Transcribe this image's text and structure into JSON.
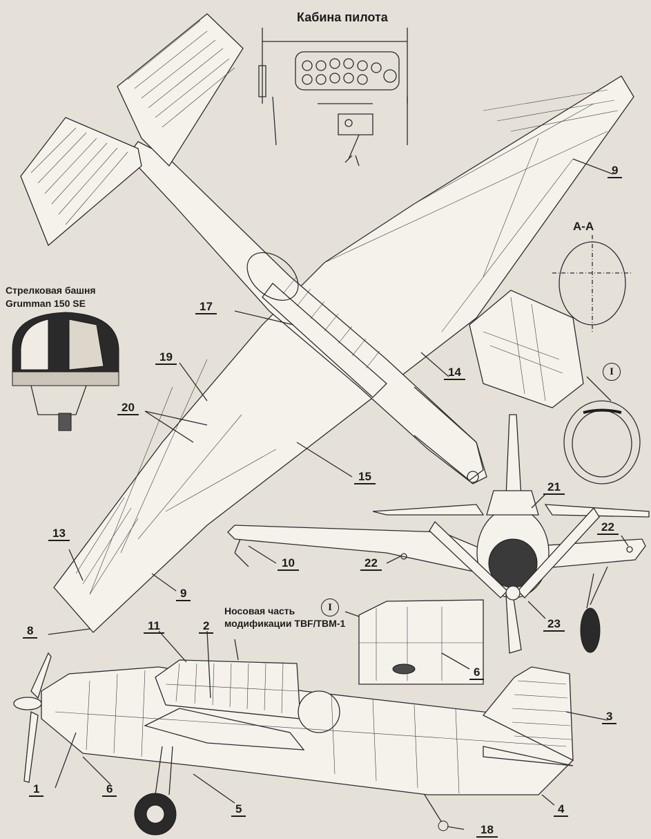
{
  "captions": {
    "cockpit": "Кабина пилота",
    "turret_line1": "Стрелковая башня",
    "turret_line2": "Grumman 150 SE",
    "section": "A-A",
    "nose_line1": "Носовая часть",
    "nose_line2": "модификации TBF/TBM-1"
  },
  "detail_marker": "I",
  "callouts": {
    "c9a": "9",
    "c17": "17",
    "c14": "14",
    "c19": "19",
    "c20": "20",
    "c15": "15",
    "c13": "13",
    "c9b": "9",
    "c8": "8",
    "c10": "10",
    "c22a": "22",
    "c21": "21",
    "c22b": "22",
    "c23": "23",
    "c11": "11",
    "c2": "2",
    "c6a": "6",
    "c3": "3",
    "c1": "1",
    "c6b": "6",
    "c5": "5",
    "c18": "18",
    "c4": "4"
  }
}
